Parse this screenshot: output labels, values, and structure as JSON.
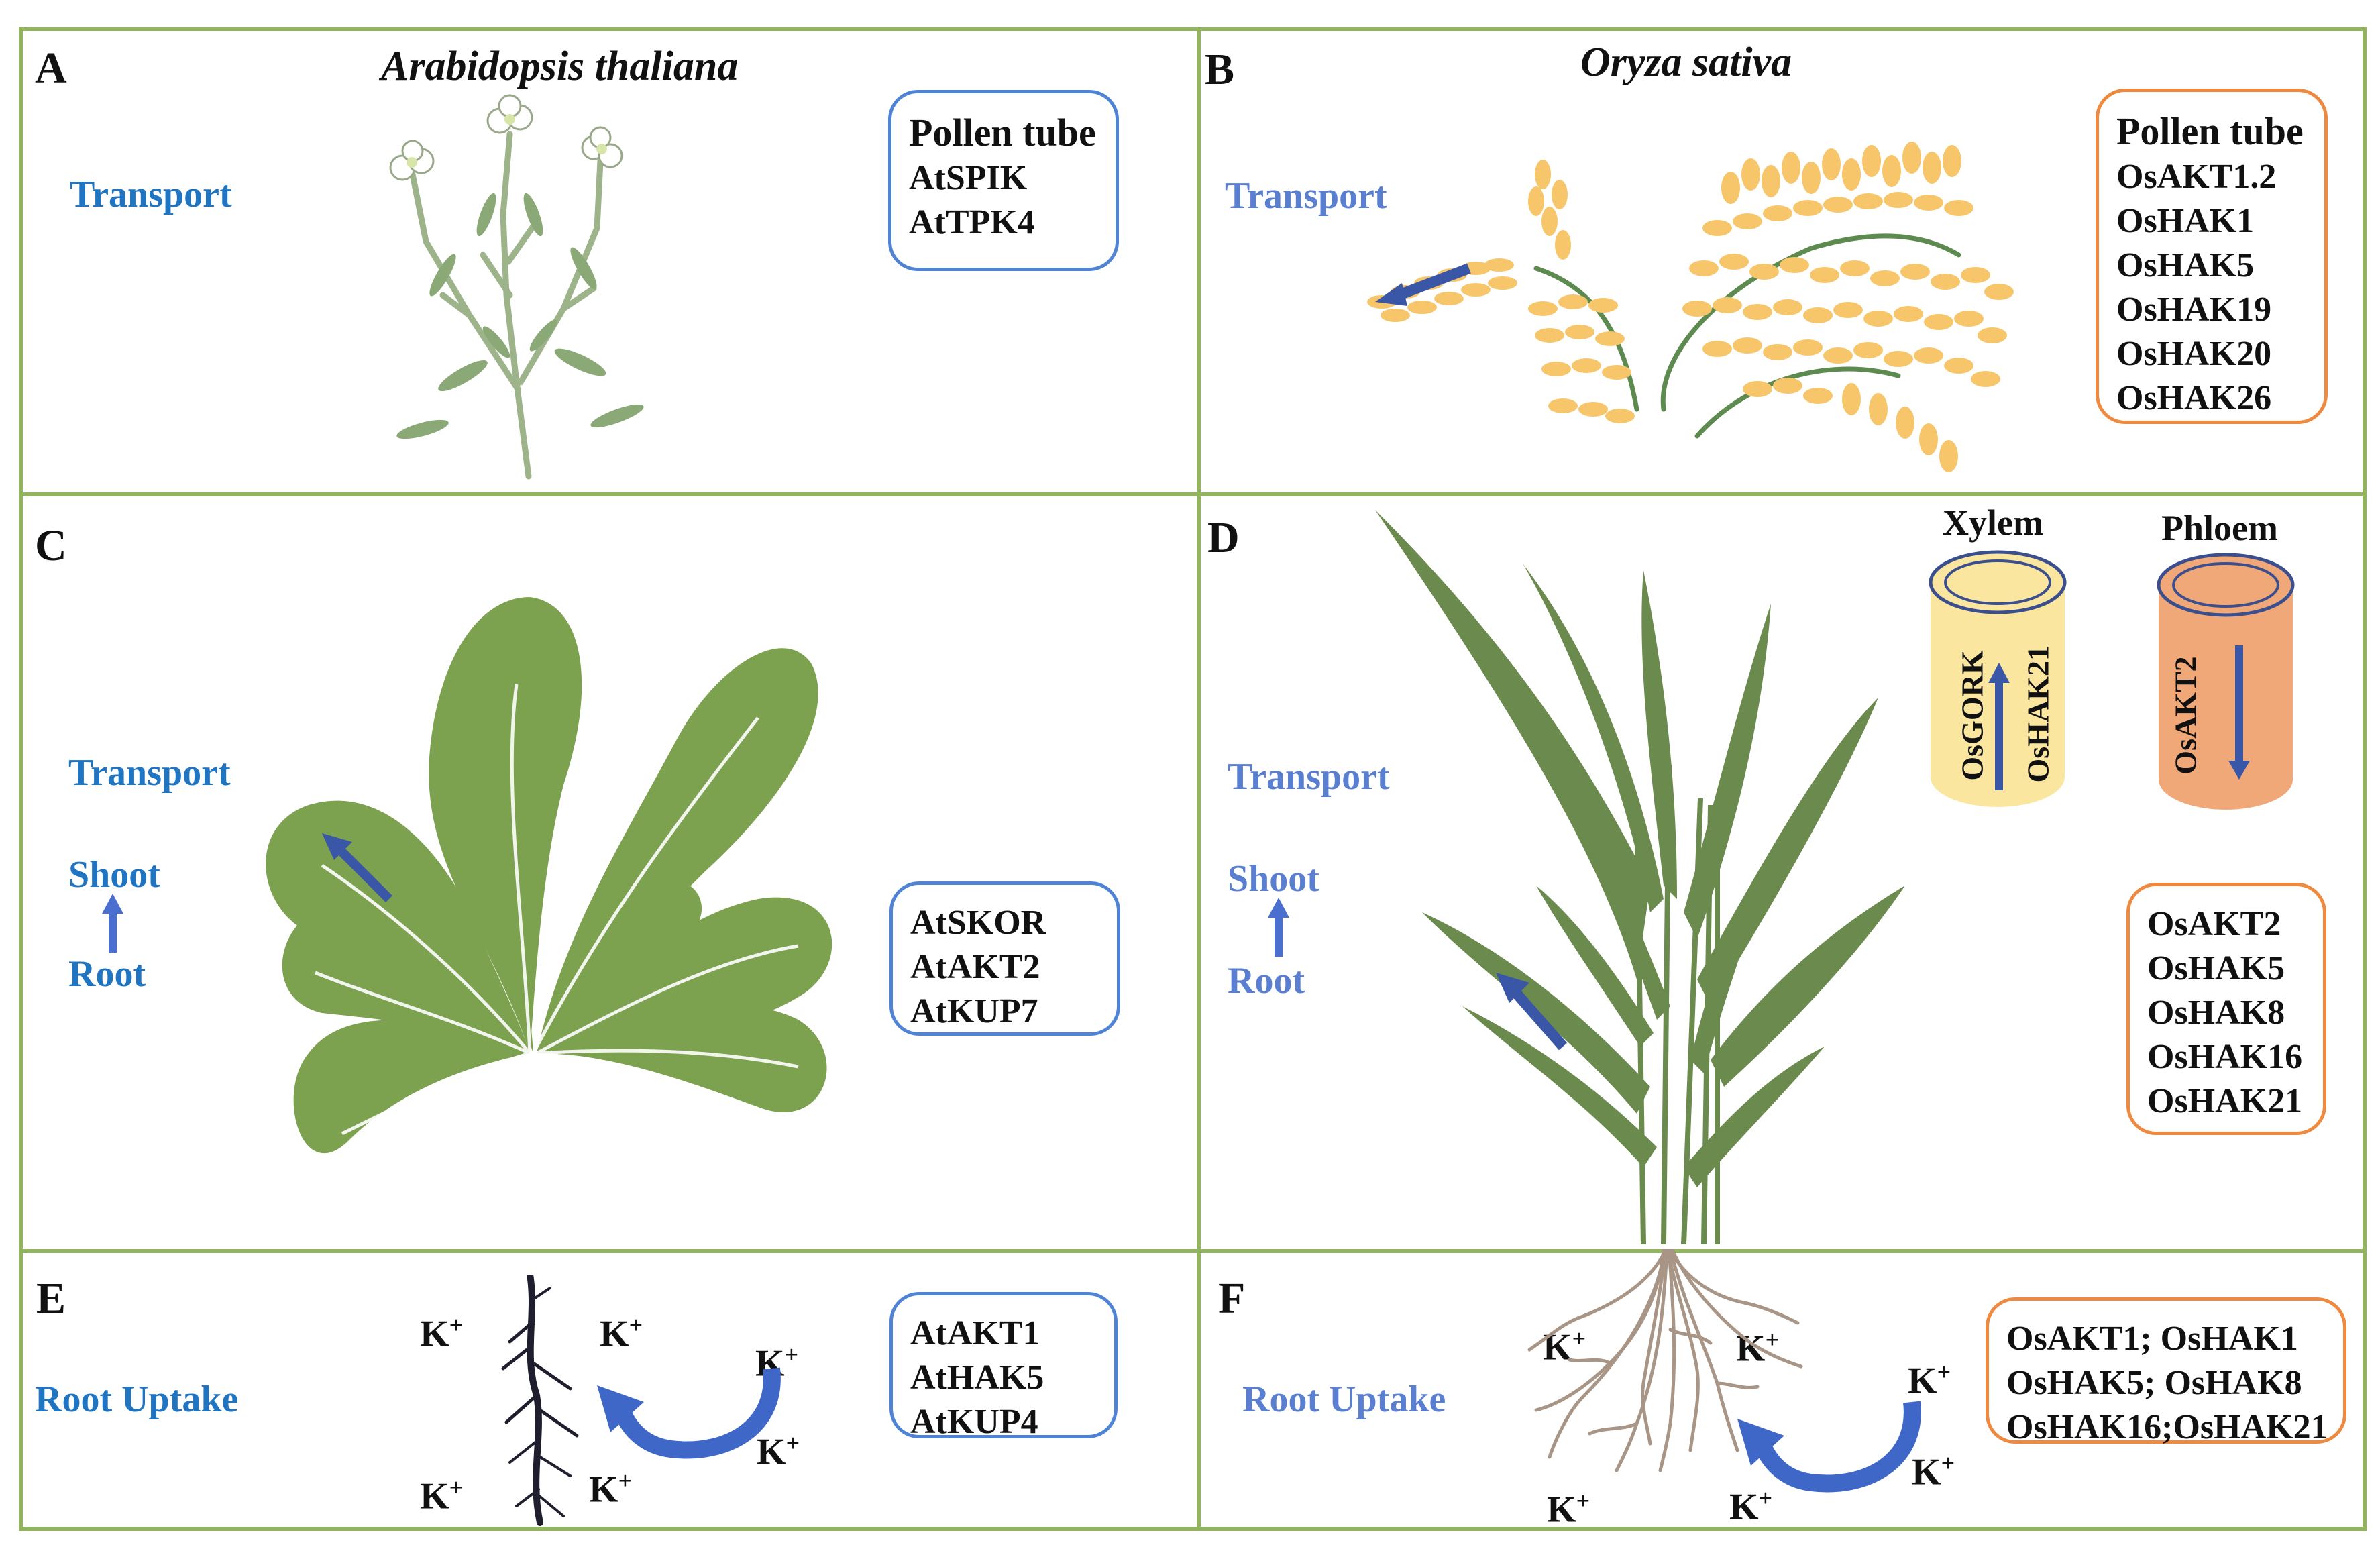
{
  "colors": {
    "panel_border": "#92b35f",
    "at_blue_text": "#1f75c2",
    "os_blue_text": "#5b7fd0",
    "box_blue": "#4f83d6",
    "box_orange": "#ee8a3f",
    "arrow": "#3a56a6",
    "leaf_green": "#7da24f",
    "rice_green": "#6b8a4d",
    "grain": "#f7c66b",
    "xylem": "#fbe6a0",
    "phloem": "#f0a878"
  },
  "panels": {
    "A": {
      "label": "A",
      "species": "Arabidopsis thaliana",
      "process": "Transport",
      "box": {
        "header": "Pollen tube",
        "genes": [
          "AtSPIK",
          "AtTPK4"
        ]
      }
    },
    "B": {
      "label": "B",
      "species": "Oryza sativa",
      "process": "Transport",
      "box": {
        "header": "Pollen tube",
        "genes": [
          "OsAKT1.2",
          "OsHAK1",
          "OsHAK5",
          "OsHAK19",
          "OsHAK20",
          "OsHAK26"
        ]
      }
    },
    "C": {
      "label": "C",
      "process": "Transport",
      "shoot": "Shoot",
      "root": "Root",
      "box": {
        "genes": [
          "AtSKOR",
          "AtAKT2",
          "AtKUP7"
        ]
      }
    },
    "D": {
      "label": "D",
      "process": "Transport",
      "shoot": "Shoot",
      "root": "Root",
      "xylem": {
        "title": "Xylem",
        "genes": [
          "OsGORK",
          "OsHAK21"
        ]
      },
      "phloem": {
        "title": "Phloem",
        "genes": [
          "OsAKT2"
        ]
      },
      "box": {
        "genes": [
          "OsAKT2",
          "OsHAK5",
          "OsHAK8",
          "OsHAK16",
          "OsHAK21"
        ]
      }
    },
    "E": {
      "label": "E",
      "process": "Root Uptake",
      "ion": "K",
      "ion_charge": "+",
      "box": {
        "genes": [
          "AtAKT1",
          "AtHAK5",
          "AtKUP4"
        ]
      }
    },
    "F": {
      "label": "F",
      "process": "Root Uptake",
      "ion": "K",
      "ion_charge": "+",
      "box": {
        "lines": [
          "OsAKT1; OsHAK1",
          "OsHAK5; OsHAK8",
          "OsHAK16;OsHAK21"
        ]
      }
    }
  }
}
